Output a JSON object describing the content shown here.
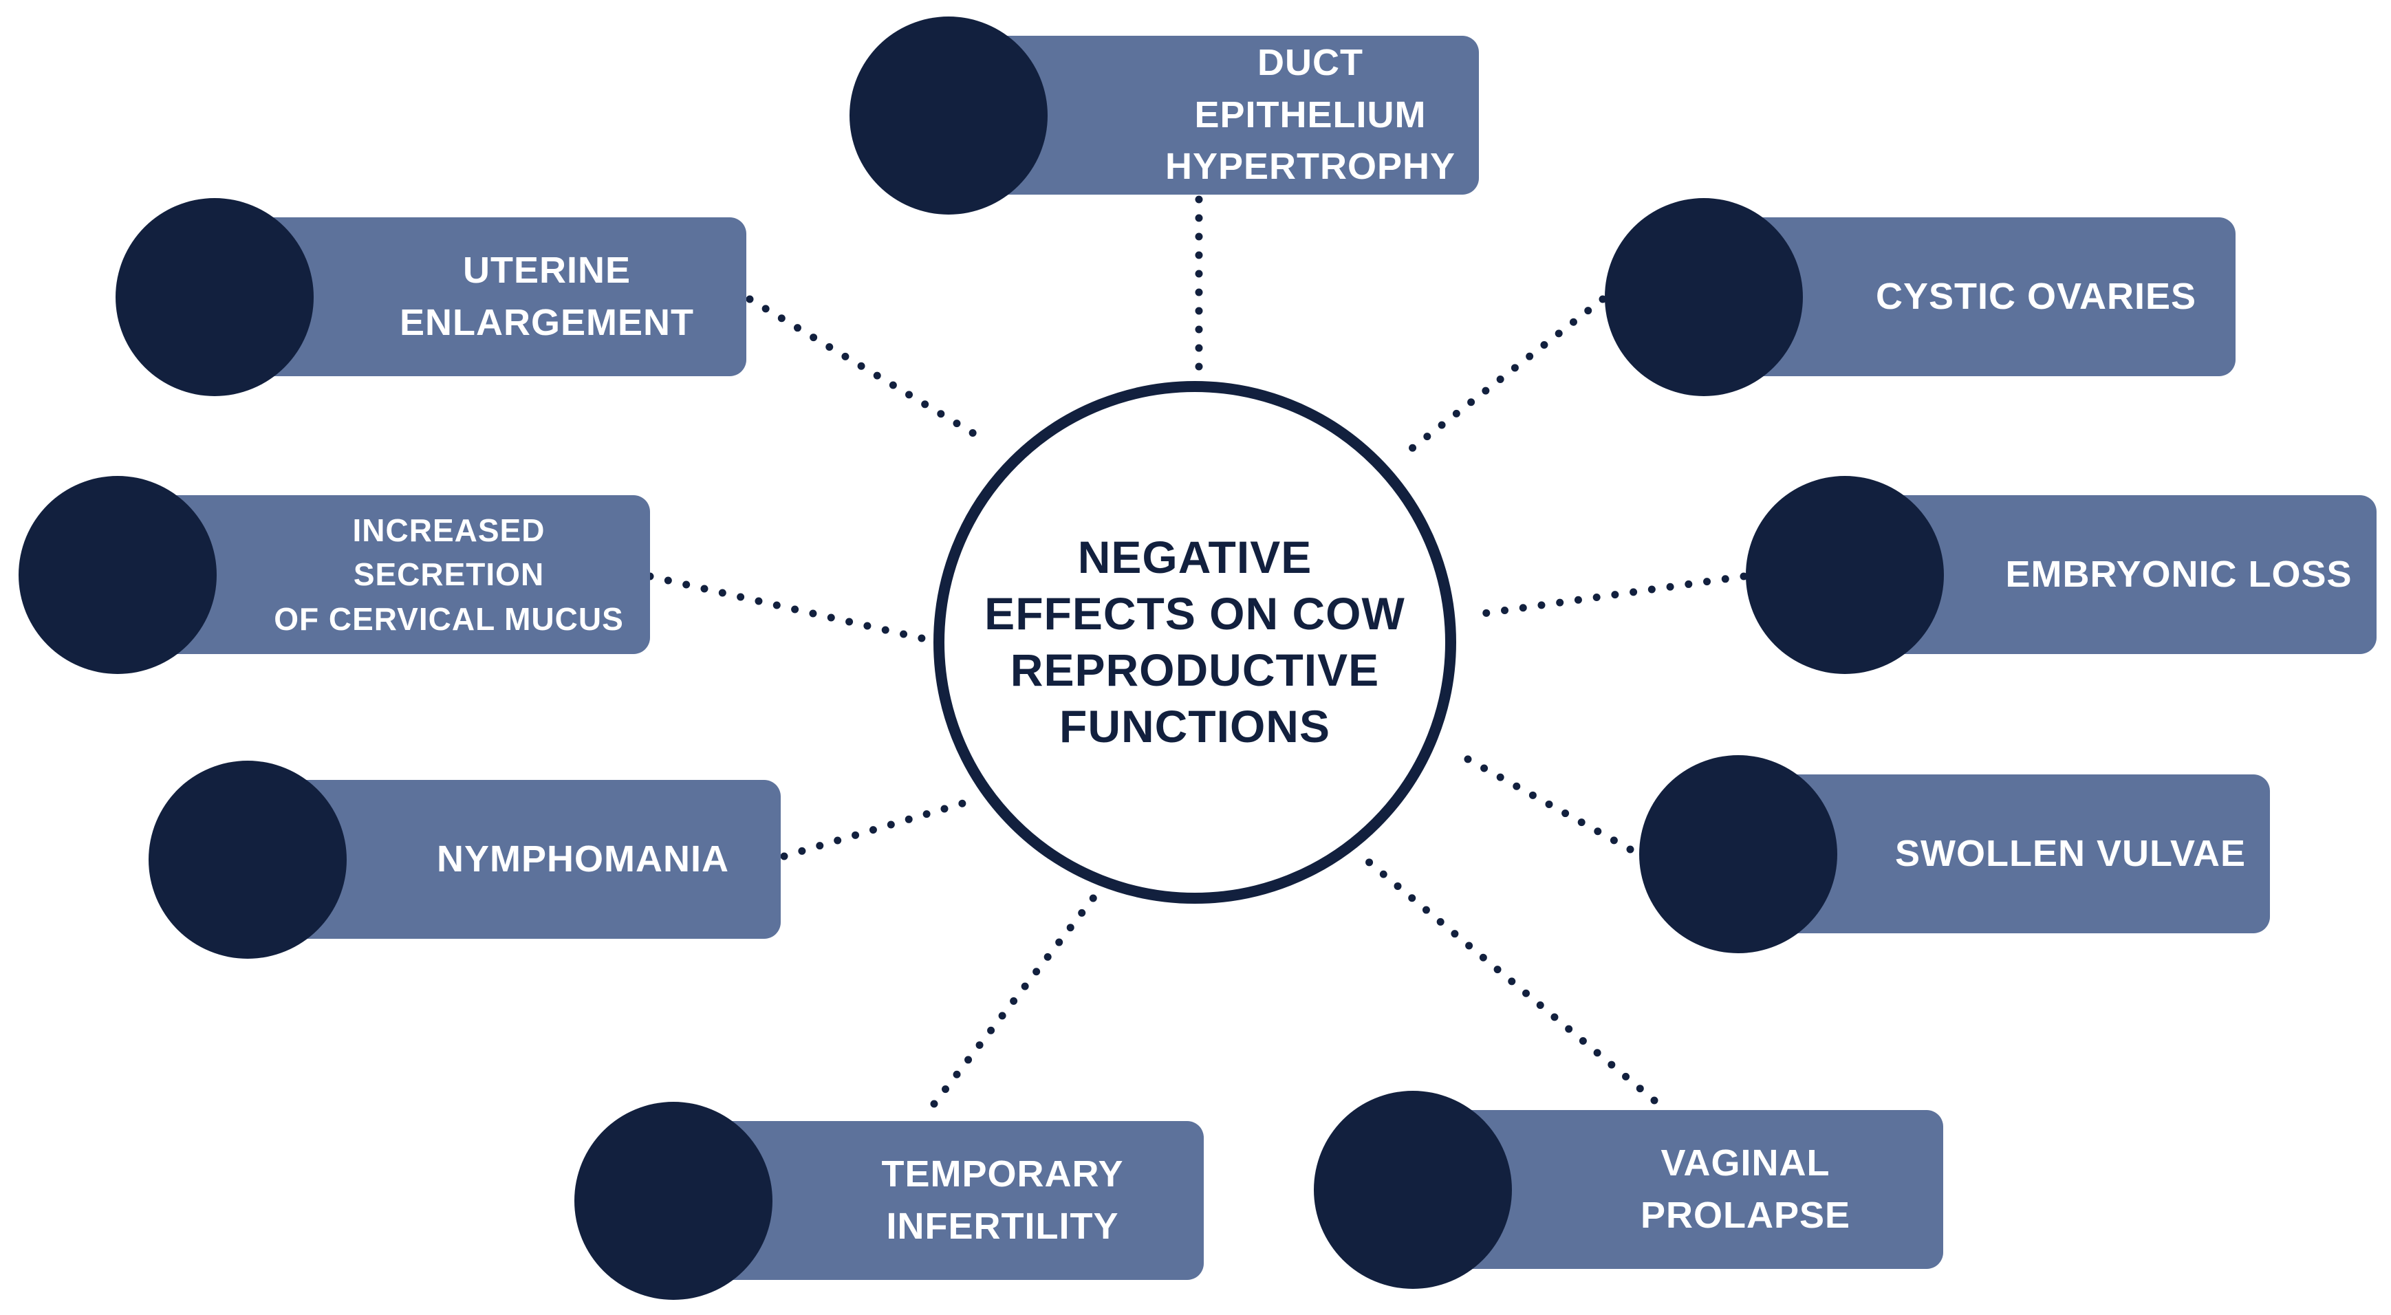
{
  "center": {
    "title": "NEGATIVE EFFECTS ON COW REPRODUCTIVE FUNCTIONS"
  },
  "effects": [
    {
      "id": "duct",
      "label": "DUCT EPITHELIUM\nHYPERTROPHY"
    },
    {
      "id": "cystic",
      "label": "CYSTIC OVARIES"
    },
    {
      "id": "embryonic",
      "label": "EMBRYONIC LOSS"
    },
    {
      "id": "vulvae",
      "label": "SWOLLEN VULVAE"
    },
    {
      "id": "prolapse",
      "label": "VAGINAL PROLAPSE"
    },
    {
      "id": "infertility",
      "label": "TEMPORARY\nINFERTILITY"
    },
    {
      "id": "nymphomania",
      "label": "NYMPHOMANIA"
    },
    {
      "id": "mucus",
      "label": "INCREASED SECRETION\nOF CERVICAL MUCUS"
    },
    {
      "id": "uterine",
      "label": "UTERINE\nENLARGEMENT"
    }
  ],
  "colors": {
    "dark_navy": "#12203e",
    "slate_blue": "#5d729b",
    "text_on_box": "#ffffff"
  }
}
